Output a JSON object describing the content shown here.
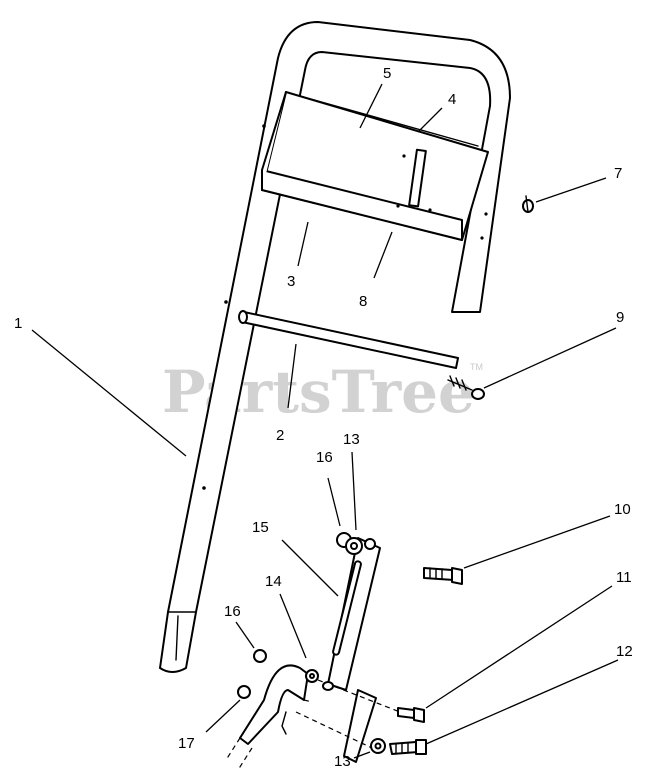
{
  "watermark": {
    "text": "PartsTree",
    "trademark": "TM"
  },
  "callouts": [
    {
      "id": "c1",
      "label": "1"
    },
    {
      "id": "c2",
      "label": "2"
    },
    {
      "id": "c3",
      "label": "3"
    },
    {
      "id": "c4",
      "label": "4"
    },
    {
      "id": "c5",
      "label": "5"
    },
    {
      "id": "c7",
      "label": "7"
    },
    {
      "id": "c8",
      "label": "8"
    },
    {
      "id": "c9",
      "label": "9"
    },
    {
      "id": "c10",
      "label": "10"
    },
    {
      "id": "c11",
      "label": "11"
    },
    {
      "id": "c12",
      "label": "12"
    },
    {
      "id": "c13a",
      "label": "13"
    },
    {
      "id": "c13b",
      "label": "13"
    },
    {
      "id": "c14",
      "label": "14"
    },
    {
      "id": "c15",
      "label": "15"
    },
    {
      "id": "c16a",
      "label": "16"
    },
    {
      "id": "c16b",
      "label": "16"
    },
    {
      "id": "c17",
      "label": "17"
    }
  ]
}
